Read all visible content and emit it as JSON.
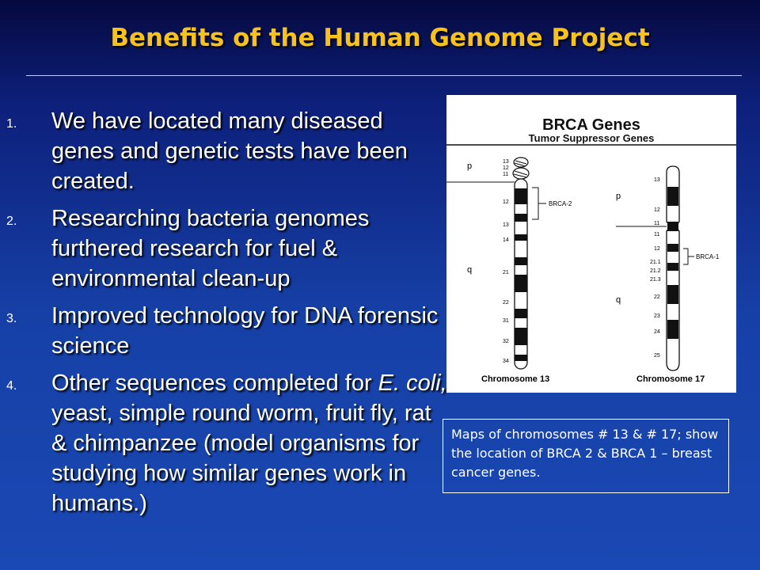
{
  "title": "Benefits of the Human Genome Project",
  "items": [
    {
      "number": "1.",
      "text": "We have located many diseased genes and genetic tests have been created."
    },
    {
      "number": "2.",
      "text": "Researching bacteria genomes furthered research for fuel & environmental clean-up"
    },
    {
      "number": "3.",
      "text": "Improved technology for DNA forensic science"
    },
    {
      "number": "4.",
      "text_before": "Other sequences completed for ",
      "text_italic": "E. coli,",
      "text_after": " yeast, simple round worm, fruit fly, rat & chimpanzee (model organisms for studying how similar genes work in humans.)"
    }
  ],
  "figure": {
    "title": "BRCA Genes",
    "subtitle": "Tumor Suppressor Genes",
    "chr13": {
      "p_label": "p",
      "q_label": "q",
      "bands": [
        "13",
        "12",
        "11",
        "12",
        "13",
        "14",
        "21",
        "22",
        "31",
        "32",
        "34"
      ],
      "gene": "BRCA-2",
      "name": "Chromosome 13"
    },
    "chr17": {
      "p_label": "p",
      "q_label": "q",
      "bands": [
        "13",
        "12",
        "11",
        "11",
        "12",
        "21.1",
        "21.2",
        "21.3",
        "22",
        "23",
        "24",
        "25"
      ],
      "gene": "BRCA-1",
      "name": "Chromosome 17"
    }
  },
  "caption": "Maps of chromosomes # 13 & # 17; show the location of BRCA 2 & BRCA 1 – breast cancer genes.",
  "colors": {
    "title": "#f6c21b",
    "text": "#ffffff"
  }
}
